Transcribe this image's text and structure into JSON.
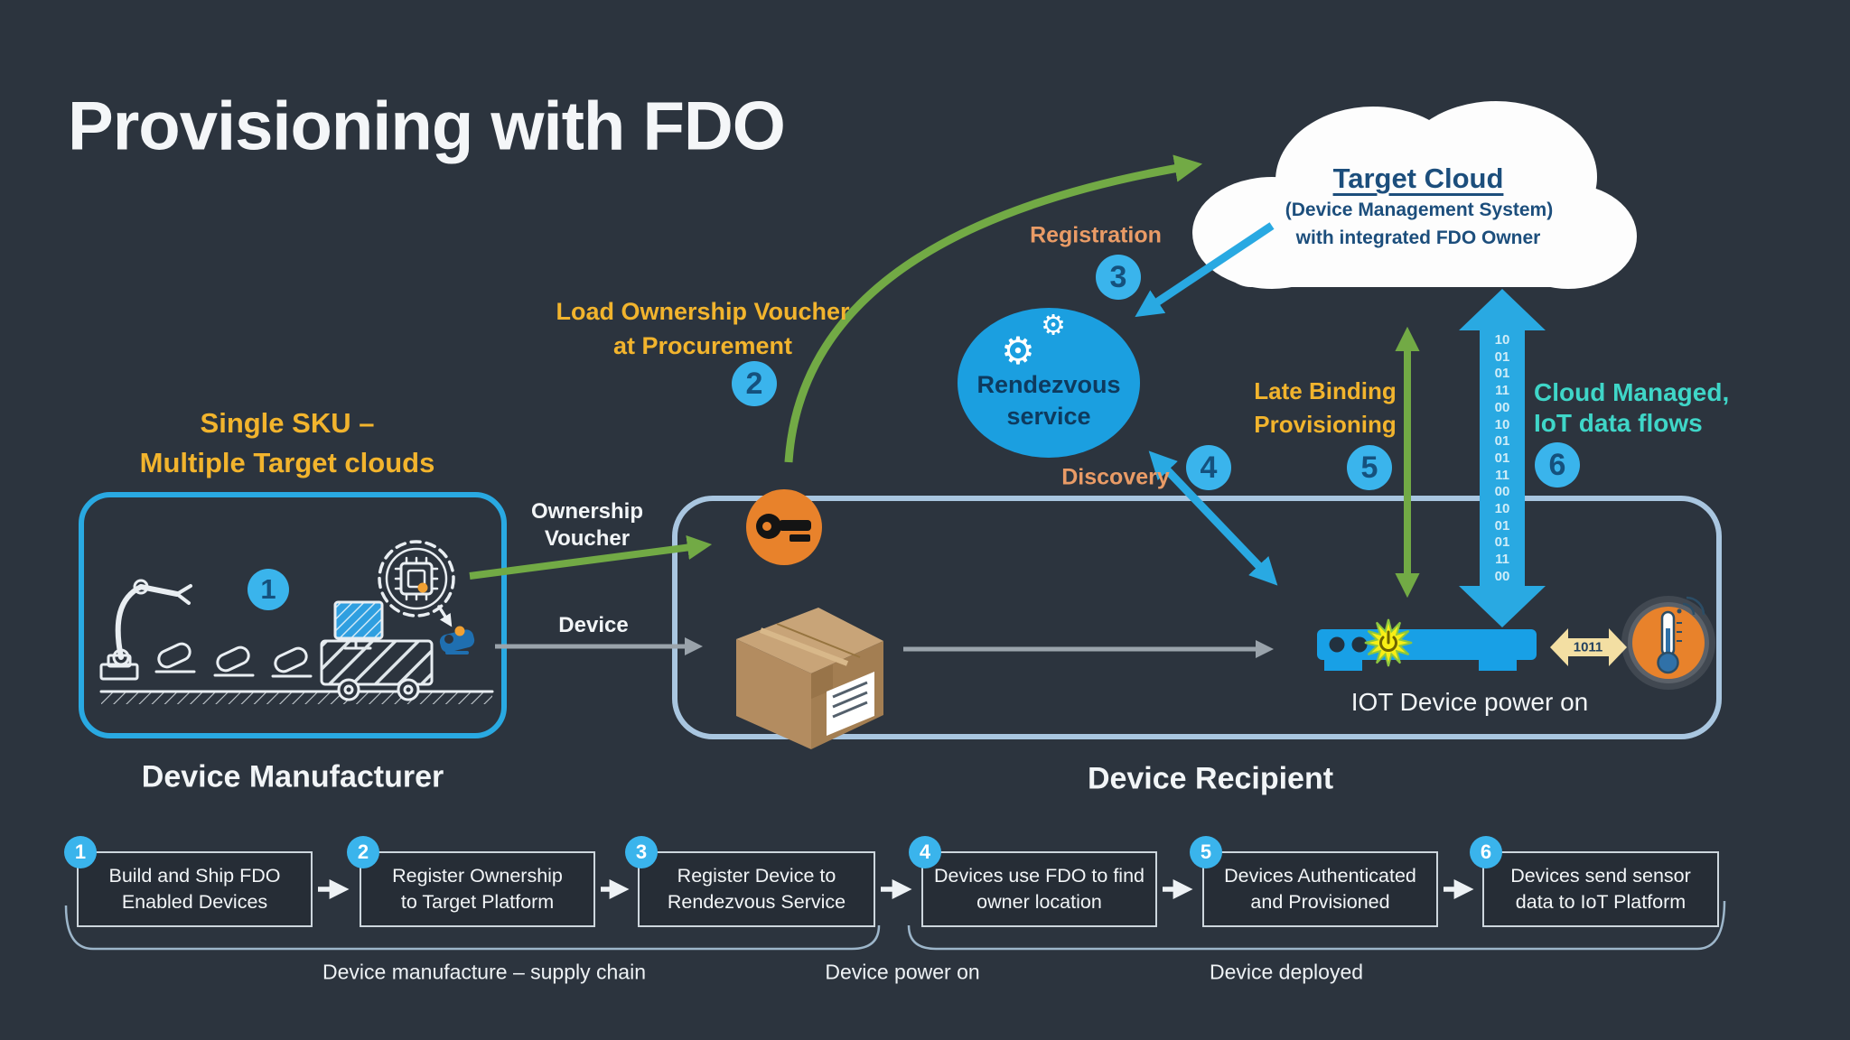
{
  "title": "Provisioning with FDO",
  "manufacturer": {
    "label": "Device Manufacturer",
    "badge": "1",
    "sku_line1": "Single SKU –",
    "sku_line2": "Multiple Target clouds"
  },
  "recipient": {
    "label": "Device Recipient",
    "iot_caption": "IOT Device power on"
  },
  "cloud": {
    "title": "Target Cloud",
    "sub1": "(Device Management System)",
    "sub2": "with integrated FDO Owner"
  },
  "rendezvous": {
    "line1": "Rendezvous",
    "line2": "service"
  },
  "ann": {
    "load1": "Load Ownership Voucher",
    "load2": "at Procurement",
    "registration": "Registration",
    "discovery": "Discovery",
    "late1": "Late Binding",
    "late2": "Provisioning",
    "cm1": "Cloud Managed,",
    "cm2": "IoT data flows",
    "ov1": "Ownership",
    "ov2": "Voucher",
    "device": "Device",
    "tan": "1011"
  },
  "badges": {
    "b2": "2",
    "b3": "3",
    "b4": "4",
    "b5": "5",
    "b6": "6"
  },
  "binary": [
    "10",
    "01",
    "01",
    "11",
    "00",
    "10",
    "01",
    "01",
    "11",
    "00",
    "10",
    "01",
    "01",
    "11",
    "00"
  ],
  "steps": [
    {
      "num": "1",
      "l1": "Build and Ship FDO",
      "l2": "Enabled Devices"
    },
    {
      "num": "2",
      "l1": "Register Ownership",
      "l2": "to Target Platform"
    },
    {
      "num": "3",
      "l1": "Register Device to",
      "l2": "Rendezvous Service"
    },
    {
      "num": "4",
      "l1": "Devices use FDO to find",
      "l2": "owner location"
    },
    {
      "num": "5",
      "l1": "Devices Authenticated",
      "l2": "and Provisioned"
    },
    {
      "num": "6",
      "l1": "Devices send sensor",
      "l2": "data to IoT Platform"
    }
  ],
  "phases": [
    {
      "label": "Device manufacture – supply chain"
    },
    {
      "label": "Device power on"
    },
    {
      "label": "Device deployed"
    }
  ],
  "icons": {
    "gear": "⚙"
  },
  "colors": {
    "background": "#2c343e",
    "accent_blue": "#29a9e2",
    "gold": "#f2b42d",
    "salmon": "#e99b66",
    "turquoise": "#3fd6c8",
    "green": "#72aa45",
    "orange": "#e8822b",
    "navy_text": "#1c4e7c",
    "tan": "#f3dfa3"
  }
}
